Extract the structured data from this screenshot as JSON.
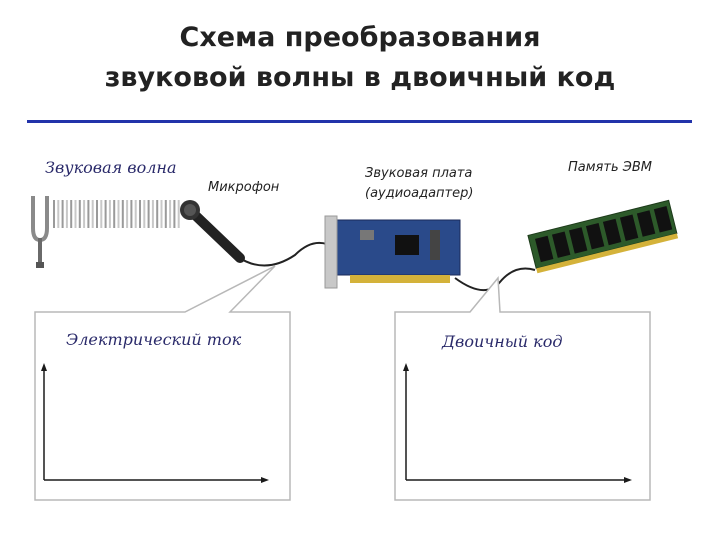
{
  "title": {
    "line1": "Схема преобразования",
    "line2": "звуковой волны в двоичный код"
  },
  "labels": {
    "sound_wave": "Звуковая волна",
    "microphone": "Микрофон",
    "sound_card_line1": "Звуковая плата",
    "sound_card_line2": "(аудиоадаптер)",
    "memory": "Память ЭВМ",
    "electric_current": "Электрический ток",
    "binary_code": "Двоичный код"
  },
  "colors": {
    "title_rule": "#2233aa",
    "callout_border": "#b8b8b8",
    "axis": "#1a1a1a",
    "board": "#2a4a8a",
    "memory_module": "#2d5a2a"
  }
}
